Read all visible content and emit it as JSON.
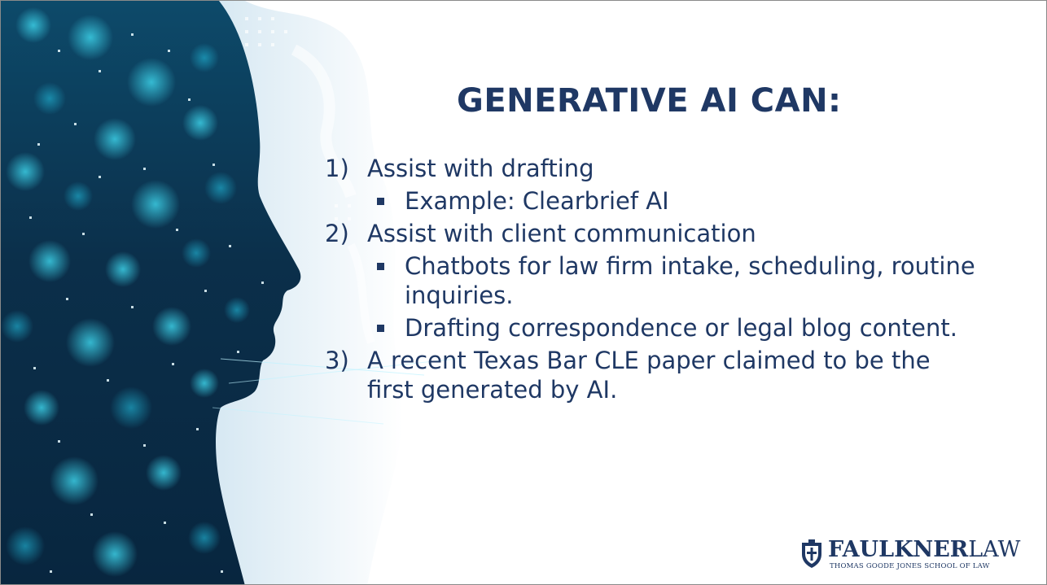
{
  "slide": {
    "title": "GENERATIVE AI CAN:",
    "items": [
      {
        "number": "1)",
        "text": "Assist with drafting",
        "sub": [
          "Example: Clearbrief AI"
        ]
      },
      {
        "number": "2)",
        "text": "Assist with client communication",
        "sub": [
          "Chatbots for law firm intake, scheduling, routine inquiries.",
          "Drafting correspondence or legal blog content."
        ]
      },
      {
        "number": "3)",
        "text": "A recent Texas Bar CLE paper claimed to be the first generated by AI.",
        "sub": []
      }
    ]
  },
  "logo": {
    "name_bold": "FAULKNER",
    "name_regular": "LAW",
    "tagline": "THOMAS GOODE JONES SCHOOL OF LAW",
    "icon": "crest-icon"
  },
  "colors": {
    "text": "#1f3864",
    "art_dark": "#08263f",
    "art_glow": "#3ccfe6"
  },
  "background": {
    "image": "ai-face-profile"
  }
}
